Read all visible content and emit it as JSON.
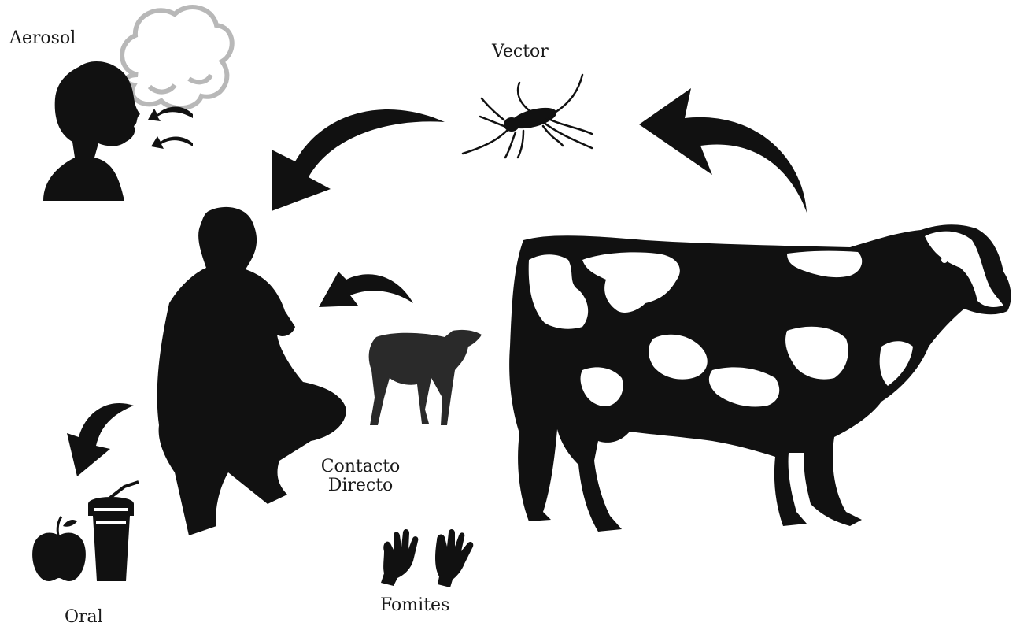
{
  "labels": {
    "aerosol": "Aerosol",
    "vector": "Vector",
    "contacto_line1": "Contacto",
    "contacto_line2": "Directo",
    "fomites": "Fomites",
    "oral": "Oral"
  },
  "colors": {
    "ink": "#111111",
    "cloud_outline": "#b8b8b8",
    "background": "#ffffff"
  },
  "icons": [
    "person-breathing-icon",
    "aerosol-cloud-icon",
    "mosquito-icon",
    "crouching-person-icon",
    "calf-icon",
    "cow-icon",
    "gloves-icon",
    "apple-icon",
    "drink-cup-icon",
    "arrow-icon"
  ]
}
